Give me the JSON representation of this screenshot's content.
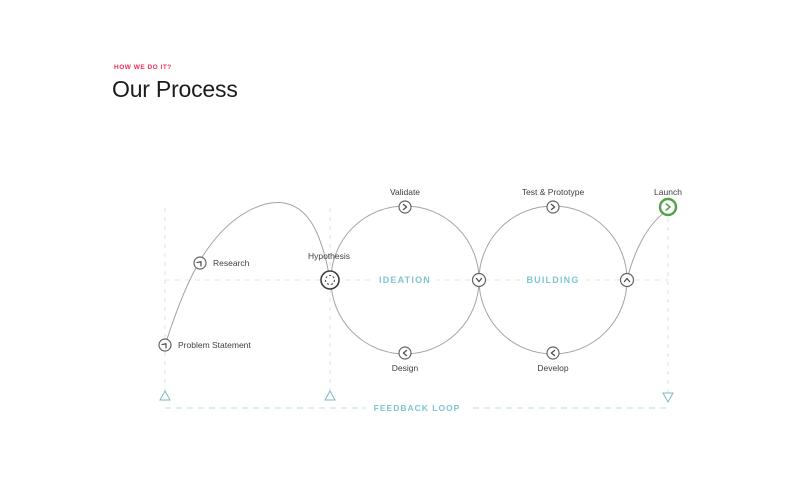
{
  "header": {
    "eyebrow": "HOW WE DO IT?",
    "title": "Our Process"
  },
  "process": {
    "steps": [
      {
        "id": "problem-statement",
        "label": "Problem Statement"
      },
      {
        "id": "research",
        "label": "Research"
      },
      {
        "id": "hypothesis",
        "label": "Hypothesis"
      },
      {
        "id": "validate",
        "label": "Validate"
      },
      {
        "id": "design",
        "label": "Design"
      },
      {
        "id": "test-prototype",
        "label": "Test & Prototype"
      },
      {
        "id": "develop",
        "label": "Develop"
      },
      {
        "id": "launch",
        "label": "Launch"
      }
    ],
    "phases": [
      {
        "label": "IDEATION"
      },
      {
        "label": "BUILDING"
      }
    ],
    "feedback_label": "FEEDBACK LOOP"
  },
  "colors": {
    "accent_pink": "#EC2D5B",
    "phase_teal": "#7EC6D1",
    "dashed_teal": "#C8E7EB",
    "launch_green": "#52A345",
    "curve_gray": "#A3A3A3",
    "center_dash_gray": "#E4E4E4"
  }
}
